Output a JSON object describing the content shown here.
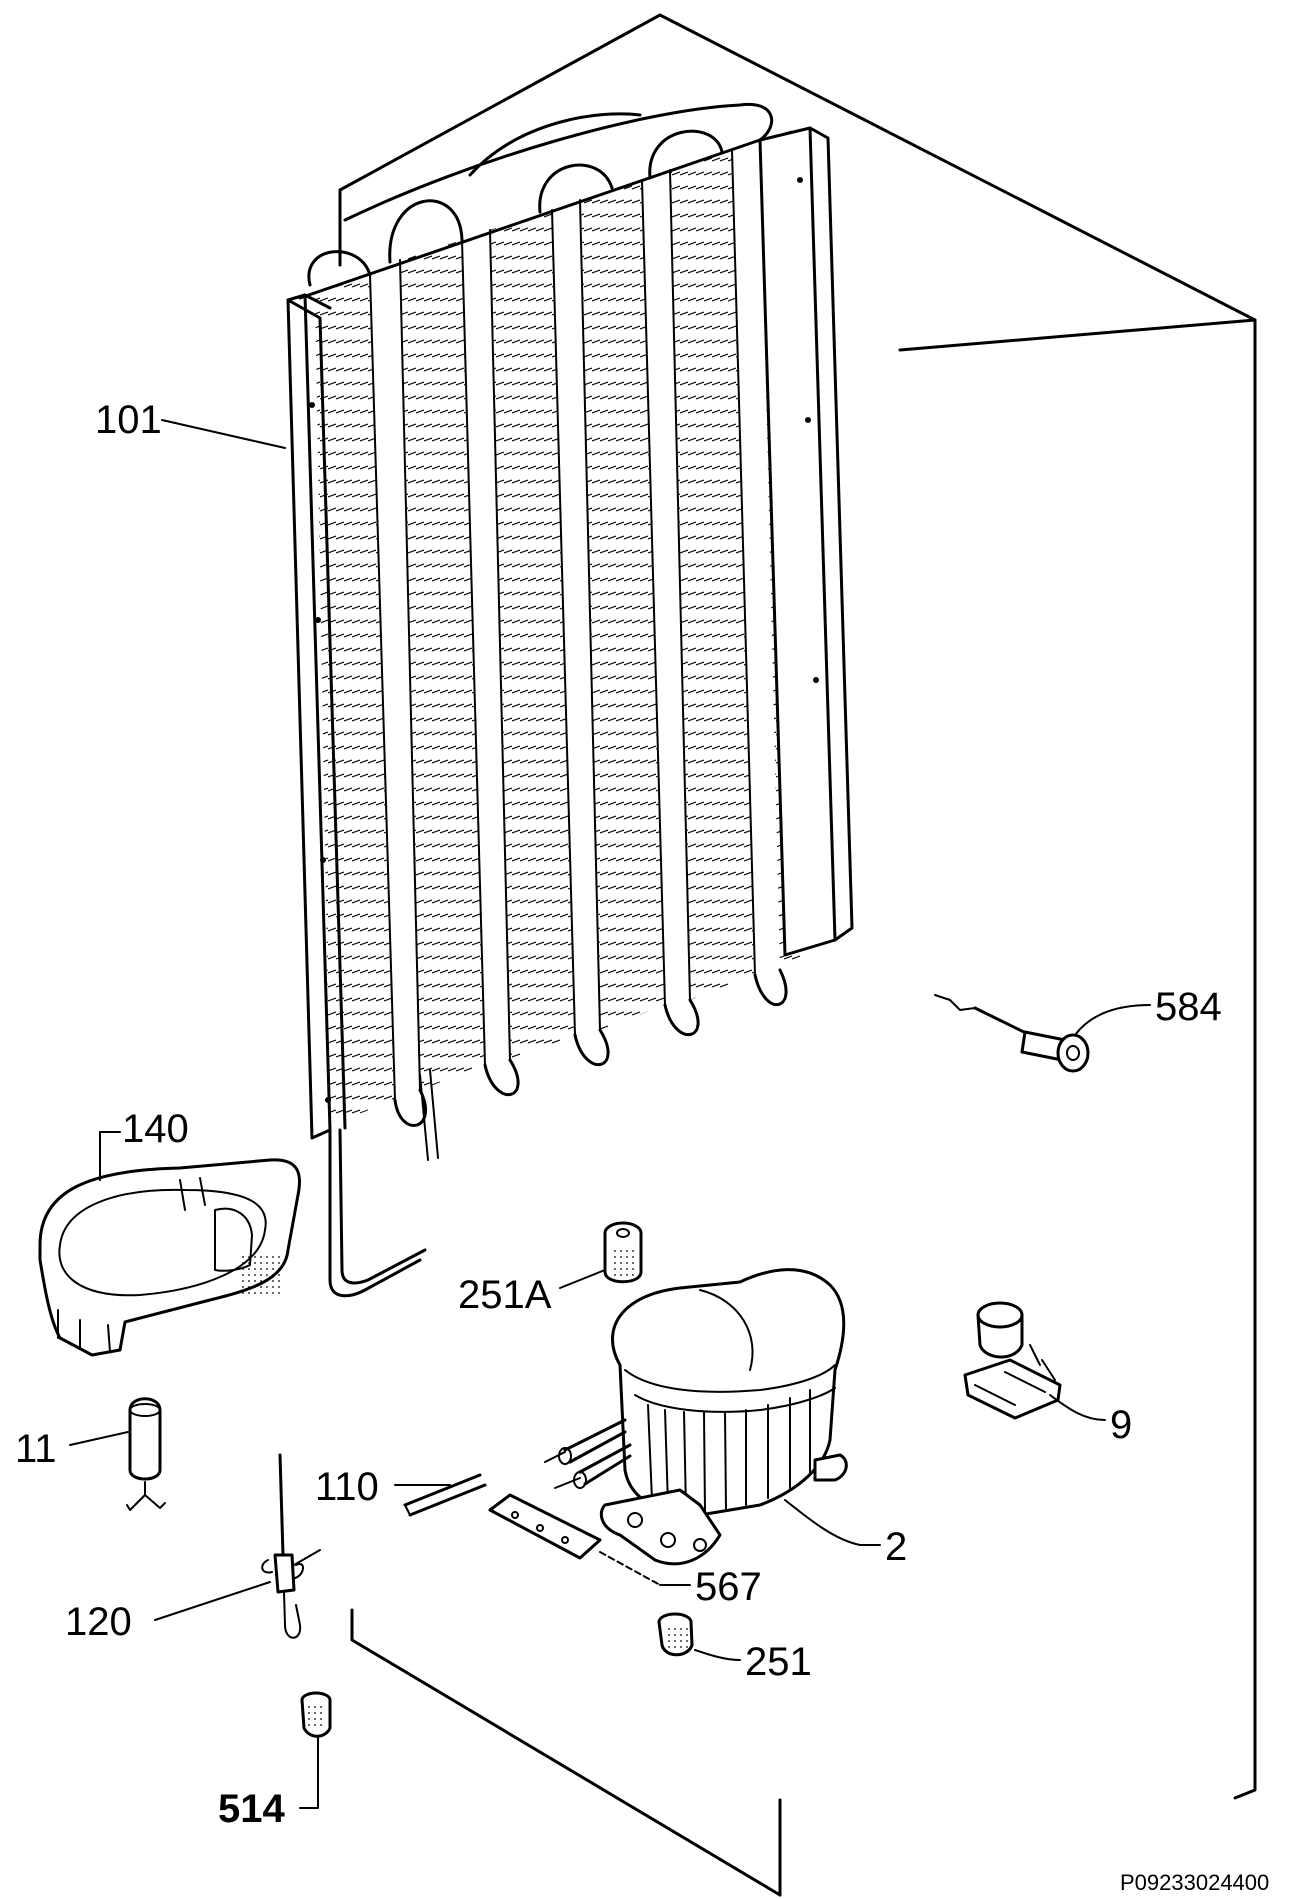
{
  "parts": [
    {
      "id": "101",
      "label": "101"
    },
    {
      "id": "140",
      "label": "140"
    },
    {
      "id": "251a",
      "label": "251A"
    },
    {
      "id": "584",
      "label": "584"
    },
    {
      "id": "9",
      "label": "9"
    },
    {
      "id": "11",
      "label": "11"
    },
    {
      "id": "110",
      "label": "110"
    },
    {
      "id": "2",
      "label": "2"
    },
    {
      "id": "567",
      "label": "567"
    },
    {
      "id": "120",
      "label": "120"
    },
    {
      "id": "251",
      "label": "251"
    },
    {
      "id": "514",
      "label": "514"
    }
  ],
  "drawing_code": "P09233024400"
}
